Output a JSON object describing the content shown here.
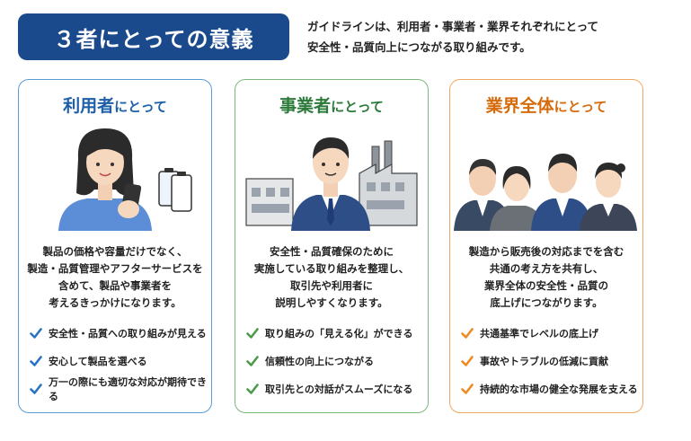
{
  "header": {
    "title": "３者にとっての意義",
    "intro_line1": "ガイドラインは、利用者・事業者・業界それぞれにとって",
    "intro_line2": "安全性・品質向上につながる取り組みです。"
  },
  "cards": [
    {
      "title_main": "利用者",
      "title_suffix": "にとって",
      "desc": [
        "製品の価格や容量だけでなく、",
        "製造・品質管理やアフターサービスを",
        "含めて、製品や事業者を",
        "考えるきっかけになります。"
      ],
      "checks": [
        "安全性・品質への取り組みが見える",
        "安心して製品を選べる",
        "万一の際にも適切な対応が期待できる"
      ],
      "accent": "#1d5fa8",
      "check_color": "#2a73c4",
      "check_icon": "check-icon"
    },
    {
      "title_main": "事業者",
      "title_suffix": "にとって",
      "desc": [
        "安全性・品質確保のために",
        "実施している取り組みを整理し、",
        "取引先や利用者に",
        "説明しやすくなります。"
      ],
      "checks": [
        "取り組みの「見える化」ができる",
        "信頼性の向上につながる",
        "取引先との対話がスムーズになる"
      ],
      "accent": "#2c7a3a",
      "check_color": "#4c9a4a",
      "check_icon": "check-icon"
    },
    {
      "title_main": "業界全体",
      "title_suffix": "にとって",
      "desc": [
        "製造から販売後の対応までを含む",
        "共通の考え方を共有し、",
        "業界全体の安全性・品質の",
        "底上げにつながります。"
      ],
      "checks": [
        "共通基準でレベルの底上げ",
        "事故やトラブルの低減に貢献",
        "持続的な市場の健全な発展を支える"
      ],
      "accent": "#d66b0c",
      "check_color": "#ee8a22",
      "check_icon": "orange-check-icon"
    }
  ]
}
